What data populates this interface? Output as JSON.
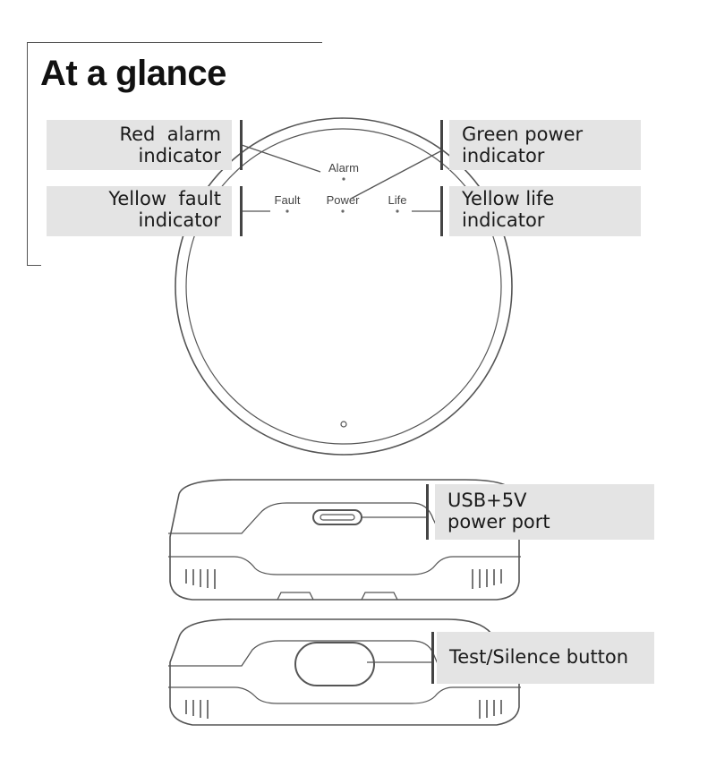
{
  "title": "At a glance",
  "callouts": {
    "red_alarm": [
      "Red  alarm",
      "indicator"
    ],
    "yellow_fault": [
      "Yellow  fault",
      "indicator"
    ],
    "green_power": [
      "Green power",
      "indicator"
    ],
    "yellow_life": [
      "Yellow life",
      "indicator"
    ],
    "usb_port": [
      "USB+5V",
      "power port"
    ],
    "test_button": "Test/Silence button"
  },
  "device_labels": {
    "alarm": "Alarm",
    "fault": "Fault",
    "power": "Power",
    "life": "Life"
  },
  "colors": {
    "callout_bg": "#e4e4e4",
    "outline": "#555555"
  }
}
